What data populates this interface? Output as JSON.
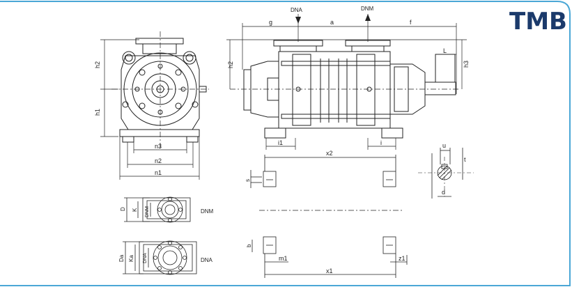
{
  "brand": {
    "logo_text": "TMB",
    "logo_color": "#1b3a6b",
    "frame_color": "#4aa7d6"
  },
  "labels": {
    "DNA": "DNA",
    "DNM": "DNM",
    "g": "g",
    "a": "a",
    "f": "f",
    "L": "L",
    "h1": "h1",
    "h2": "h2",
    "h2b": "h2",
    "h3": "h3",
    "n1": "n1",
    "n2": "n2",
    "n3": "n3",
    "i1": "i1",
    "i": "i",
    "x1": "x1",
    "x2": "x2",
    "s": "s",
    "b": "b",
    "m1": "m1",
    "z1": "z1",
    "u": "u",
    "t": "t",
    "d": "d",
    "D": "D",
    "K": "K",
    "DNM_v": "DNM",
    "Da": "Da",
    "Ka": "Ka",
    "DNA_v": "DNA",
    "flange_dnm": "DNM",
    "flange_dna": "DNA"
  }
}
